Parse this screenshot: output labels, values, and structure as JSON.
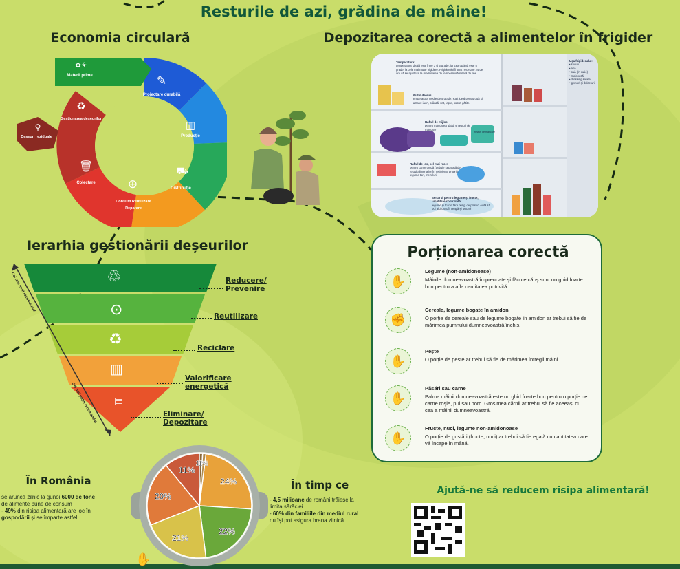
{
  "title": "Resturile de azi, grădina de mâine!",
  "circular": {
    "title": "Economia circulară",
    "segments": [
      {
        "label": "Materii prime",
        "color": "#1f9a3a",
        "icon": "plant-icon"
      },
      {
        "label": "Proiectare durabilă",
        "color": "#1e5bd6",
        "icon": "design-icon"
      },
      {
        "label": "Producție",
        "color": "#2389e0",
        "icon": "factory-icon"
      },
      {
        "label": "Distribuție",
        "color": "#27a85a",
        "icon": "truck-icon"
      },
      {
        "label": "Consum Reutilizare Reparare",
        "color": "#f39a1f",
        "icon": "reuse-icon"
      },
      {
        "label": "Colectare",
        "color": "#e0352d",
        "icon": "bin-icon"
      },
      {
        "label": "Gestionarea deșeurilor",
        "color": "#b8322a",
        "icon": "recycle-icon"
      },
      {
        "label": "Deșeuri reziduale",
        "color": "#8a2a22",
        "icon": "bag-icon"
      }
    ]
  },
  "fridge": {
    "title": "Depozitarea corectă a alimentelor în frigider",
    "temp_title": "Temperatura:",
    "temp_text": "temperatura ideală este între 3 și 5 grade, iar cea optimă este 5 grade, la cele mai multe frigidere. Frigiderului îi sunt necesare 24 de ore să se ajusteze la modificarea de temperatură setată de tine",
    "top_title": "Raftul de sus:",
    "top_text": "temperatura medie de 5 grade. Raft ideal pentru ouă și lactate: iaurt, brânză, unt, lapte, sosuri gătite.",
    "mid_title": "Raftul de mijloc:",
    "mid_text": "pentru mâncarea gătită și resturi de mâncare",
    "low_title": "Raftul de jos, cel mai rece:",
    "low_text": "pentru carne crudă (trebuie separată de restul alimentelor în recipiente proprii), legume tari, mezeluri",
    "drawer_title": "Sertarul pentru legume și fructe, umiditate controlată:",
    "drawer_text": "legume și fructe fără pungi de plastic, evită să pui aici cartofi, ceapă și usturoi",
    "door_title": "Ușa frigiderului:",
    "door_items": [
      "sucuri",
      "apă",
      "ouă (în cutie)",
      "maioneză",
      "dressing salate",
      "gemuri și dulcețuri"
    ],
    "leftover_label": "resturi de mâncare"
  },
  "hierarchy": {
    "title": "Ierarhia gestionării deșeurilor",
    "top_axis": "Cel mai mult recomandat",
    "bottom_axis": "Cel mai puțin recomandat",
    "levels": [
      {
        "label": "Reducere/ Prevenire",
        "color": "#16893a",
        "icon": "people-icon"
      },
      {
        "label": "Reutilizare",
        "color": "#56b33e",
        "icon": "bulb-icon"
      },
      {
        "label": "Reciclare",
        "color": "#a6cc39",
        "icon": "recycle-icon"
      },
      {
        "label": "Valorificare energetică",
        "color": "#f2a13a",
        "icon": "factory-icon"
      },
      {
        "label": "Eliminare/ Depozitare",
        "color": "#e8532a",
        "icon": "landfill-icon"
      }
    ]
  },
  "portioning": {
    "title": "Porționarea corectă",
    "items": [
      {
        "title": "Legume (non-amidonoase)",
        "text": "Mâinile dumneavoastră împreunate și făcute căuș sunt un ghid foarte bun pentru a afla cantitatea potrivită.",
        "icon": "cupped-hands-icon"
      },
      {
        "title": "Cereale, legume bogate în amidon",
        "text": "O porție de cereale sau de legume bogate în amidon ar trebui să fie de mărimea pumnului dumneavoastră închis.",
        "icon": "fist-icon"
      },
      {
        "title": "Pește",
        "text": "O porție de pește ar trebui să fie de mărimea întregii mâini.",
        "icon": "hand-icon"
      },
      {
        "title": "Păsări sau carne",
        "text": "Palma mâinii dumneavoastră este un ghid foarte bun pentru o porție de carne roșie, pui sau porc. Grosimea cărnii ar trebui să fie aceeași cu cea a mâinii dumneavoastră.",
        "icon": "palm-icon"
      },
      {
        "title": "Fructe, nuci, legume non-amidonoase",
        "text": "O porție de gustări (fructe, nuci) ar trebui să fie egală cu cantitatea care vă încape în mână.",
        "icon": "handful-icon"
      }
    ]
  },
  "romania": {
    "title": "În România",
    "line1_pre": "se aruncă zilnic la gunoi ",
    "line1_bold": "6000 de tone",
    "line2": "de alimente bune de consum",
    "line3_pre": "- ",
    "line3_bold": "49%",
    "line3_post": " din risipa alimentară are loc în",
    "line4_bold": "gospodării",
    "line4_post": " și se împarte astfel:"
  },
  "pie": {
    "labels": [
      "24%",
      "22%",
      "21%",
      "20%",
      "11%",
      "1%",
      "1%"
    ],
    "values": [
      24,
      22,
      21,
      20,
      11,
      1,
      1
    ]
  },
  "meanwhile": {
    "title": "În timp ce",
    "a_bold": "4,5 milioane",
    "a_post": " de români trăiesc la",
    "b": "limita sărăciei",
    "c_bold": "60% din familiile din mediul rural",
    "d": "nu își pot asigura hrana zilnică"
  },
  "cta": "Ajută-ne să reducem risipa alimentară!",
  "colors": {
    "bg": "#c9dd6a",
    "title_green": "#11573a",
    "accent_green": "#1d8a3a"
  }
}
